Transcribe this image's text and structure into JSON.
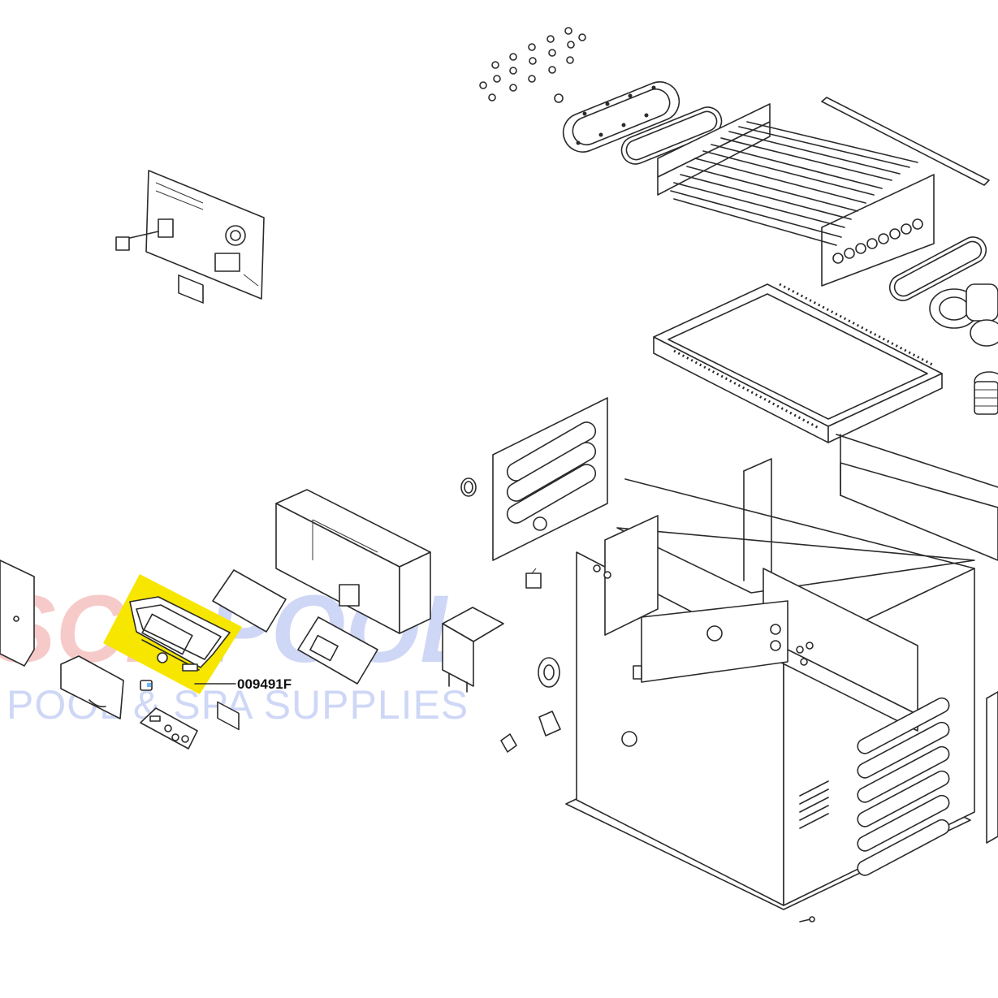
{
  "diagram": {
    "title": "Pool heater exploded parts diagram",
    "highlight_color": "#f7e600",
    "callouts": [
      {
        "part_number": "009491F",
        "target": "control panel bezel"
      }
    ]
  },
  "watermark": {
    "brand_part1": "SCP",
    "brand_part2": "POOL",
    "tagline": "POOL & SPA SUPPLIES",
    "color_part1": "#f2a0a0",
    "color_part2": "#a9b7f0",
    "tagline_color": "#a9b7f0"
  }
}
